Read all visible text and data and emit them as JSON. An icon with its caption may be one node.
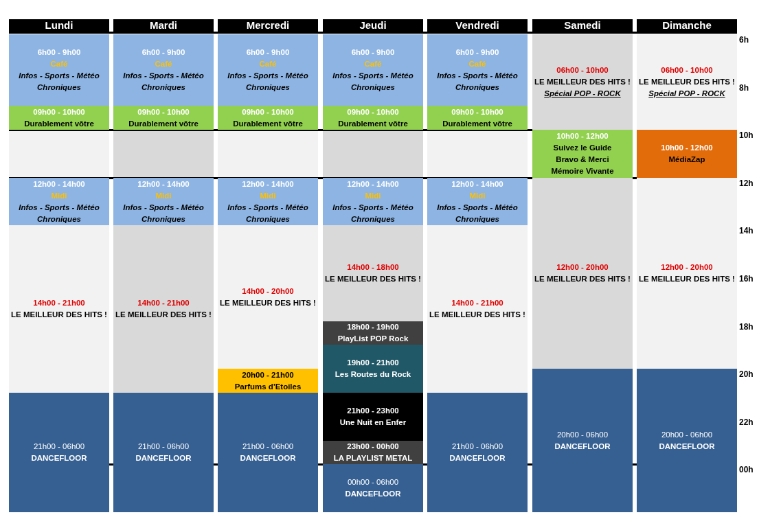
{
  "diagram": {
    "nodes": [
      {
        "text": [
          "Lundi"
        ]
      },
      {
        "text": [
          "Mardi"
        ]
      },
      {
        "text": [
          "Mercredi"
        ]
      },
      {
        "text": [
          "Jeudi"
        ]
      },
      {
        "text": [
          "Vendredi"
        ]
      },
      {
        "text": [
          "Samedi"
        ]
      },
      {
        "text": [
          "Dimanche"
        ]
      },
      {
        "text": [
          "6h00 - 9h00",
          "Café",
          "Infos - Sports - Météo Chroniques"
        ]
      },
      {
        "text": [
          "09h00 - 10h00",
          "Durablement vôtre"
        ]
      },
      {
        "text": [
          "12h00 - 14h00",
          "Midi",
          "Infos - Sports - Météo Chroniques"
        ]
      },
      {
        "text": [
          "14h00 - 21h00",
          "LE MEILLEUR DES HITS !"
        ]
      },
      {
        "text": [
          "21h00 - 06h00",
          "DANCEFLOOR"
        ]
      },
      {
        "text": [
          "6h00 - 9h00",
          "Café",
          "Infos - Sports - Météo Chroniques"
        ]
      },
      {
        "text": [
          "09h00 - 10h00",
          "Durablement vôtre"
        ]
      },
      {
        "text": [
          "12h00 - 14h00",
          "Midi",
          "Infos - Sports - Météo Chroniques"
        ]
      },
      {
        "text": [
          "14h00 - 21h00",
          "LE MEILLEUR DES HITS !"
        ]
      },
      {
        "text": [
          "21h00 - 06h00",
          "DANCEFLOOR"
        ]
      },
      {
        "text": [
          "6h00 - 9h00",
          "Café",
          "Infos - Sports - Météo Chroniques"
        ]
      },
      {
        "text": [
          "09h00 - 10h00",
          "Durablement vôtre"
        ]
      },
      {
        "text": [
          "12h00 - 14h00",
          "Midi",
          "Infos - Sports - Météo Chroniques"
        ]
      },
      {
        "text": [
          "14h00 - 20h00",
          "LE MEILLEUR DES HITS !"
        ]
      },
      {
        "text": [
          "20h00 - 21h00",
          "Parfums d'Etoiles"
        ]
      },
      {
        "text": [
          "21h00 - 06h00",
          "DANCEFLOOR"
        ]
      },
      {
        "text": [
          "6h00 - 9h00",
          "Café",
          "Infos - Sports - Météo Chroniques"
        ]
      },
      {
        "text": [
          "09h00 - 10h00",
          "Durablement vôtre"
        ]
      },
      {
        "text": [
          "12h00 - 14h00",
          "Midi",
          "Infos - Sports - Météo Chroniques"
        ]
      },
      {
        "text": [
          "14h00 - 18h00",
          "LE MEILLEUR DES HITS !"
        ]
      },
      {
        "text": [
          "18h00 - 19h00",
          "PlayList POP Rock"
        ]
      },
      {
        "text": [
          "19h00 - 21h00",
          "Les Routes du Rock"
        ]
      },
      {
        "text": [
          "21h00 - 23h00",
          "Une Nuit en Enfer"
        ]
      },
      {
        "text": [
          "23h00 - 00h00",
          "LA PLAYLIST METAL"
        ]
      },
      {
        "text": [
          "00h00 - 06h00",
          "DANCEFLOOR"
        ]
      },
      {
        "text": [
          "6h00 - 9h00",
          "Café",
          "Infos - Sports - Météo Chroniques"
        ]
      },
      {
        "text": [
          "09h00 - 10h00",
          "Durablement vôtre"
        ]
      },
      {
        "text": [
          "12h00 - 14h00",
          "Midi",
          "Infos - Sports - Météo Chroniques"
        ]
      },
      {
        "text": [
          "14h00 - 21h00",
          "LE MEILLEUR DES HITS !"
        ]
      },
      {
        "text": [
          "21h00 - 06h00",
          "DANCEFLOOR"
        ]
      },
      {
        "text": [
          "06h00 - 10h00",
          "LE MEILLEUR DES HITS !",
          "Spécial POP - ROCK"
        ]
      },
      {
        "text": [
          "10h00 - 12h00",
          "Suivez le Guide",
          "Bravo & Merci",
          "Mémoire Vivante"
        ]
      },
      {
        "text": [
          "12h00 - 20h00",
          "LE MEILLEUR DES HITS !"
        ]
      },
      {
        "text": [
          "20h00 - 06h00",
          "DANCEFLOOR"
        ]
      },
      {
        "text": [
          "06h00 - 10h00",
          "LE MEILLEUR DES HITS !",
          "Spécial POP - ROCK"
        ]
      },
      {
        "text": [
          "10h00 - 12h00",
          "MédiaZap"
        ]
      },
      {
        "text": [
          "12h00 - 20h00",
          "LE MEILLEUR DES HITS !"
        ]
      },
      {
        "text": [
          "20h00 - 06h00",
          "DANCEFLOOR"
        ]
      }
    ],
    "labels": [
      "6h",
      "8h",
      "10h",
      "12h",
      "14h",
      "16h",
      "18h",
      "20h",
      "22h",
      "00h"
    ]
  }
}
